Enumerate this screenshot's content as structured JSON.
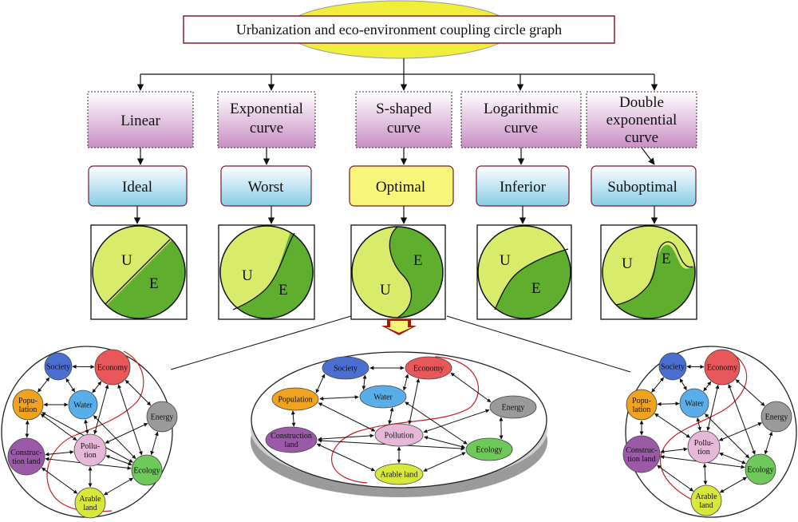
{
  "title": "Urbanization and eco-environment coupling circle graph",
  "curves": [
    {
      "label_lines": [
        "Linear"
      ],
      "result": "Ideal"
    },
    {
      "label_lines": [
        "Exponential",
        "curve"
      ],
      "result": "Worst"
    },
    {
      "label_lines": [
        "S-shaped",
        "curve"
      ],
      "result": "Optimal"
    },
    {
      "label_lines": [
        "Logarithmic",
        "curve"
      ],
      "result": "Inferior"
    },
    {
      "label_lines": [
        "Double",
        "exponential",
        "curve"
      ],
      "result": "Suboptimal"
    }
  ],
  "circle_letters": {
    "u": "U",
    "e": "E"
  },
  "network_nodes": {
    "society": "Society",
    "economy": "Economy",
    "population": "Population",
    "population_split": [
      "Popu-",
      "lation"
    ],
    "water": "Water",
    "energy": "Energy",
    "pollution": "Pollution",
    "pollution_split": [
      "Pollu-",
      "tion"
    ],
    "construction_land": "Construction land",
    "construction_split": [
      "Construc-",
      "tion land"
    ],
    "construction_land_split2": [
      "Construction",
      "land"
    ],
    "ecology": "Ecology",
    "arable_land": "Arable land",
    "arable_split": [
      "Arable",
      "land"
    ]
  },
  "colors": {
    "title_ellipse": "#f0ee3a",
    "curve_box_top": "#ffffff",
    "curve_box_bottom": "#c88fc4",
    "result_box_top": "#ffffff",
    "result_box_bottom": "#86cde6",
    "optimal_fill": "#f7f67a",
    "u_region": "#d9eb6a",
    "e_region": "#5fae2d",
    "red_curve": "#cc1f1f",
    "arrow_down": "#a8190f"
  }
}
